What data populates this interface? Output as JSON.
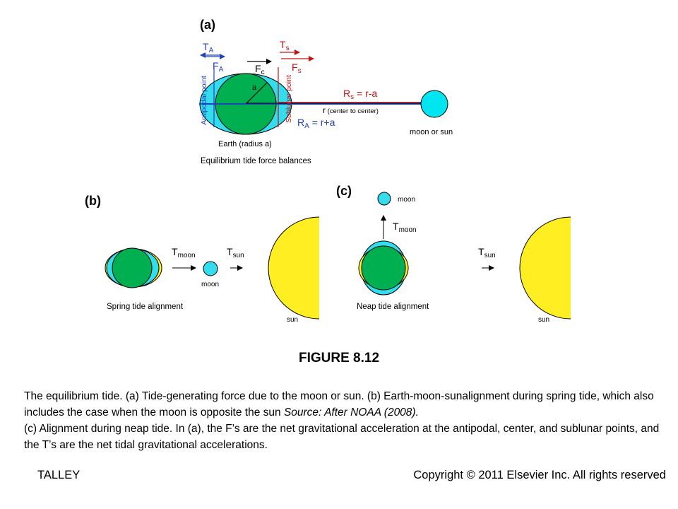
{
  "panel_a": {
    "label": "(a)",
    "t_a": "T",
    "t_a_sub": "A",
    "f_a": "F",
    "f_a_sub": "A",
    "f_c": "F",
    "f_c_sub": "c",
    "t_s": "T",
    "t_s_sub": "s",
    "f_s": "F",
    "f_s_sub": "s",
    "radius_label": "a",
    "antipodal_point": "Antipodal point",
    "sublunar_point": "Sublunar point",
    "rs_label": "R",
    "rs_sub": "s",
    "rs_eq": " = r-a",
    "r_label": "r",
    "r_note": " (center to center)",
    "ra_label": "R",
    "ra_sub": "A",
    "ra_eq": " = r+a",
    "earth_label": "Earth (radius a)",
    "body_label": "moon or sun",
    "caption": "Equilibrium tide force balances"
  },
  "panel_b": {
    "label": "(b)",
    "t_moon": "T",
    "t_moon_sub": "moon",
    "t_sun": "T",
    "t_sun_sub": "sun",
    "moon_label": "moon",
    "sun_label": "sun",
    "caption": "Spring tide alignment"
  },
  "panel_c": {
    "label": "(c)",
    "moon_label": "moon",
    "t_moon": "T",
    "t_moon_sub": "moon",
    "t_sun": "T",
    "t_sun_sub": "sun",
    "sun_label": "sun",
    "caption": "Neap tide alignment"
  },
  "figure_title": "FIGURE 8.12",
  "caption_text": {
    "line1": "The equilibrium tide. (a) Tide-generating force due to the moon or sun. (b) Earth-moon-sunalignment during spring tide, which also includes the case when the moon is opposite the sun ",
    "source": "Source: After NOAA (2008).",
    "line2": "(c) Alignment during neap tide. In (a), the F’s are the net gravitational acceleration at the antipodal, center, and sublunar points, and the T’s are the net tidal gravitational accelerations."
  },
  "footer": {
    "author": "TALLEY",
    "copyright": "Copyright © 2011 Elsevier Inc. All rights reserved"
  },
  "colors": {
    "earth": "#00b050",
    "water": "#33ddee",
    "sun": "#ffee22",
    "blue": "#2244bb",
    "red": "#cc1111"
  }
}
